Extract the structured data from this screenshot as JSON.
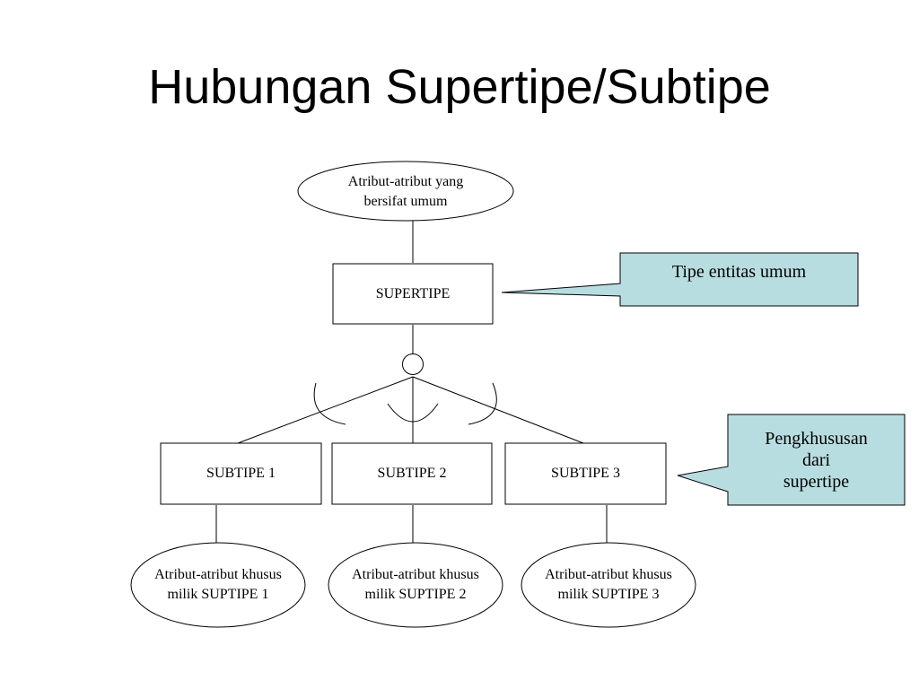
{
  "title": "Hubungan Supertipe/Subtipe",
  "top_attribute": "Atribut-atribut yang\nbersifat umum",
  "supertype": "SUPERTIPE",
  "subtypes": [
    {
      "label": "SUBTIPE 1",
      "attribute": "Atribut-atribut khusus\nmilik SUPTIPE 1"
    },
    {
      "label": "SUBTIPE 2",
      "attribute": "Atribut-atribut khusus\nmilik SUPTIPE 2"
    },
    {
      "label": "SUBTIPE 3",
      "attribute": "Atribut-atribut khusus\nmilik SUPTIPE 3"
    }
  ],
  "callouts": {
    "supertype_note": "Tipe entitas umum",
    "subtype_note": "Pengkhususan\ndari\nsupertipe"
  },
  "colors": {
    "callout_fill": "#b7dde0",
    "stroke": "#000000"
  }
}
